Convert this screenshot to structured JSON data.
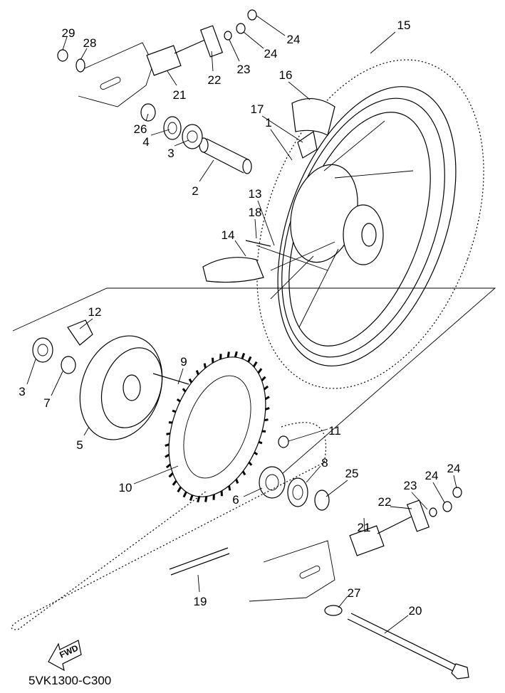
{
  "diagram_code": "5VK1300-C300",
  "fwd_arrow_label": "FWD",
  "callouts": [
    "29",
    "28",
    "21",
    "22",
    "23",
    "24",
    "24",
    "15",
    "16",
    "17",
    "1",
    "26",
    "4",
    "3",
    "2",
    "18",
    "13",
    "14",
    "12",
    "9",
    "3",
    "7",
    "5",
    "11",
    "8",
    "25",
    "6",
    "10",
    "24",
    "24",
    "23",
    "22",
    "21",
    "27",
    "20",
    "19"
  ]
}
